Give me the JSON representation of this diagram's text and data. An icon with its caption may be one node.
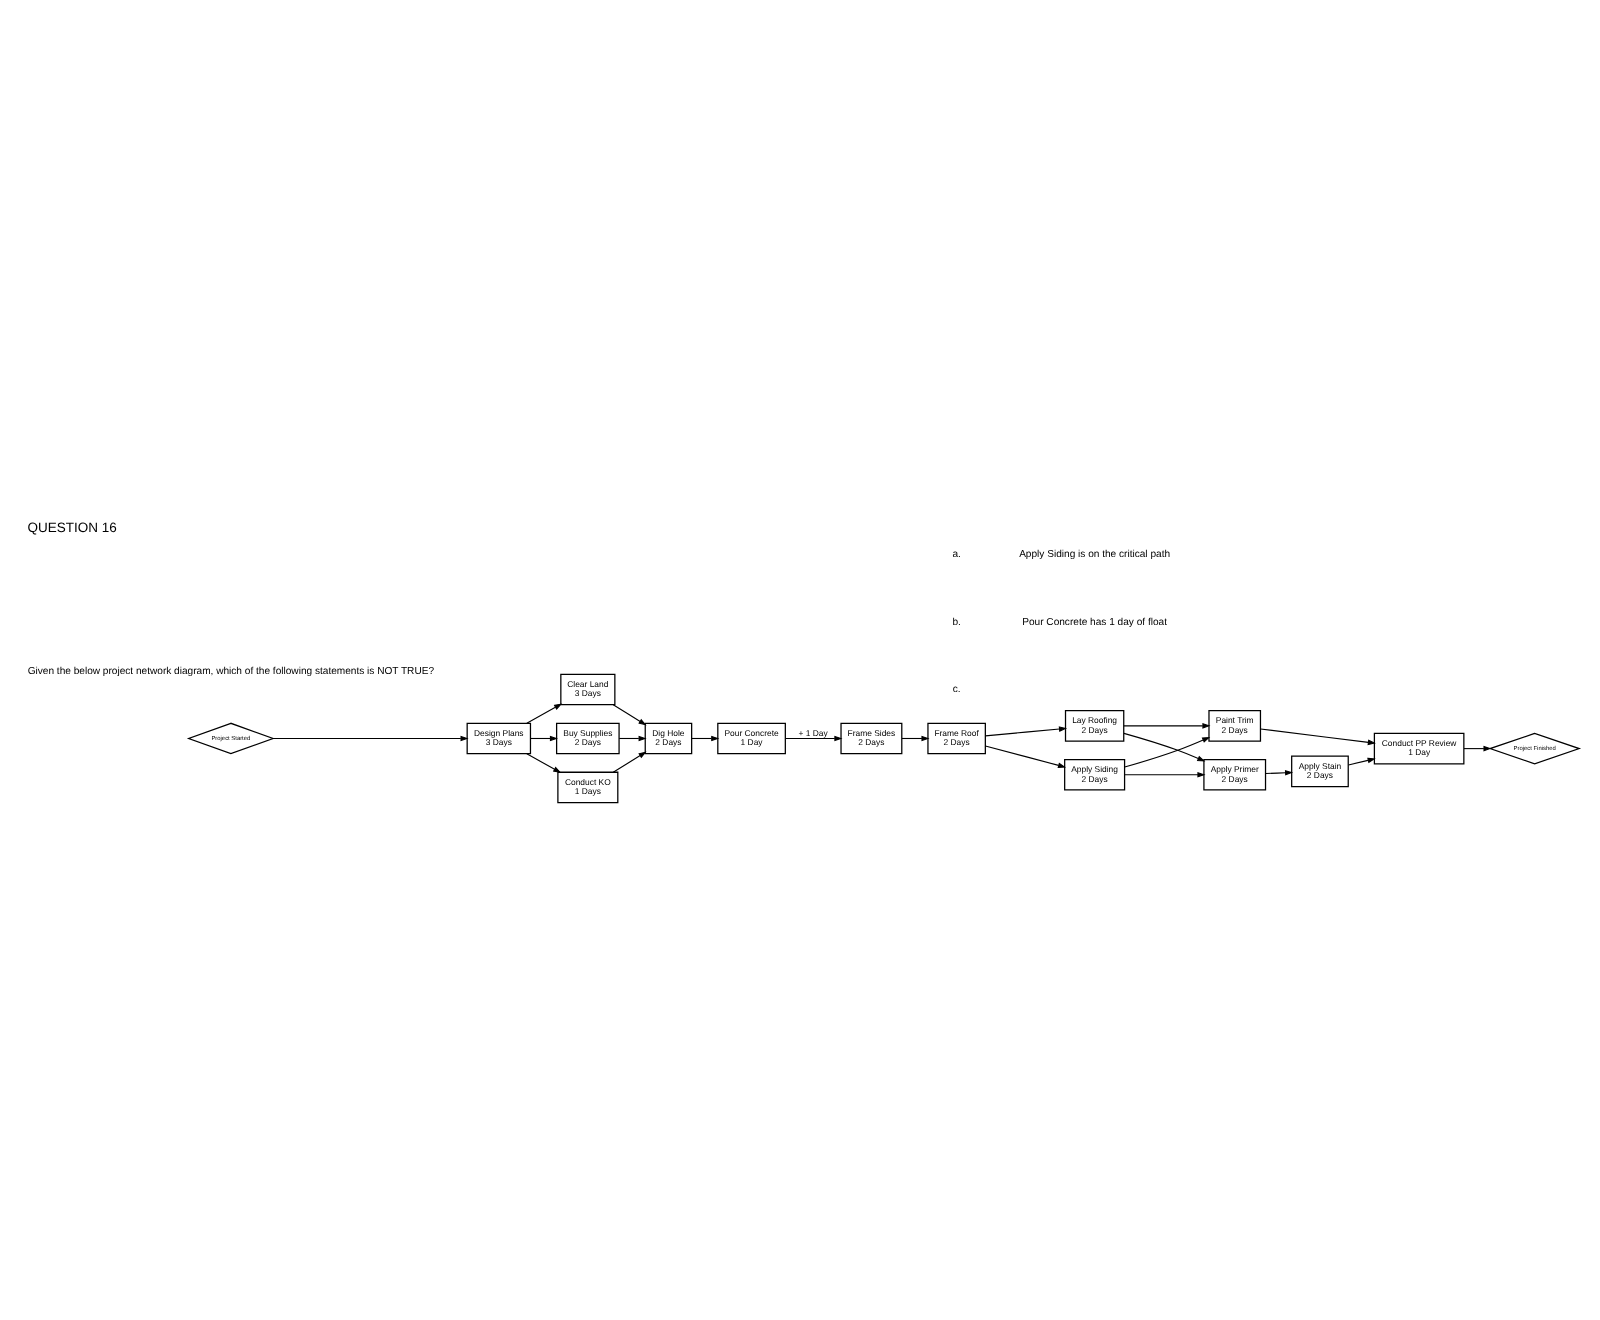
{
  "diagram": {
    "title": "QUESTION 16",
    "nodes": [
      {
        "text": [
          "Project Started"
        ]
      },
      {
        "text": [
          "Design Plans",
          "3 Days"
        ]
      },
      {
        "text": [
          "Clear Land",
          "3 Days"
        ]
      },
      {
        "text": [
          "Buy Supplies",
          "2 Days"
        ]
      },
      {
        "text": [
          "Conduct KO",
          "1 Days"
        ]
      },
      {
        "text": [
          "Dig Hole",
          "2 Days"
        ]
      },
      {
        "text": [
          "Pour Concrete",
          "1 Day"
        ]
      },
      {
        "text": [
          "Frame Sides",
          "2 Days"
        ]
      },
      {
        "text": [
          "Frame Roof",
          "2 Days"
        ]
      },
      {
        "text": [
          "Lay Roofing",
          "2 Days"
        ]
      },
      {
        "text": [
          "Apply Siding",
          "2 Days"
        ]
      },
      {
        "text": [
          "Apply Primer",
          "2 Days"
        ]
      },
      {
        "text": [
          "Paint Trim",
          "2 Days"
        ]
      },
      {
        "text": [
          "Apply Stain",
          "2 Days"
        ]
      },
      {
        "text": [
          "Conduct PP Review",
          "1 Day"
        ]
      },
      {
        "text": [
          "Project Finished"
        ]
      }
    ],
    "edges": [
      {
        "from": 0,
        "to": 1,
        "arrow": "to"
      },
      {
        "from": 1,
        "to": 2,
        "arrow": "to"
      },
      {
        "from": 1,
        "to": 3,
        "arrow": "to"
      },
      {
        "from": 1,
        "to": 4,
        "arrow": "to"
      },
      {
        "from": 2,
        "to": 5,
        "arrow": "to"
      },
      {
        "from": 3,
        "to": 5,
        "arrow": "to"
      },
      {
        "from": 4,
        "to": 5,
        "arrow": "to"
      },
      {
        "from": 5,
        "to": 6,
        "arrow": "to"
      },
      {
        "from": 6,
        "to": 7,
        "arrow": "to",
        "label": "+ 1 Day"
      },
      {
        "from": 7,
        "to": 8,
        "arrow": "to"
      },
      {
        "from": 8,
        "to": 9,
        "arrow": "to"
      },
      {
        "from": 8,
        "to": 10,
        "arrow": "to"
      },
      {
        "from": 9,
        "to": 11,
        "arrow": "to"
      },
      {
        "from": 10,
        "to": 11,
        "arrow": "to"
      },
      {
        "from": 9,
        "to": 12,
        "arrow": "to"
      },
      {
        "from": 10,
        "to": 12,
        "arrow": "to"
      },
      {
        "from": 11,
        "to": 13,
        "arrow": "to"
      },
      {
        "from": 13,
        "to": 14,
        "arrow": "to"
      },
      {
        "from": 12,
        "to": 14,
        "arrow": "to"
      },
      {
        "from": 14,
        "to": 15,
        "arrow": "to"
      }
    ],
    "labels": [
      "Given the below project network diagram, which of the following statements is NOT TRUE?",
      "a.",
      "Apply Siding is on the critical path",
      "b.",
      "Pour Concrete has 1 day of float",
      "c."
    ]
  }
}
